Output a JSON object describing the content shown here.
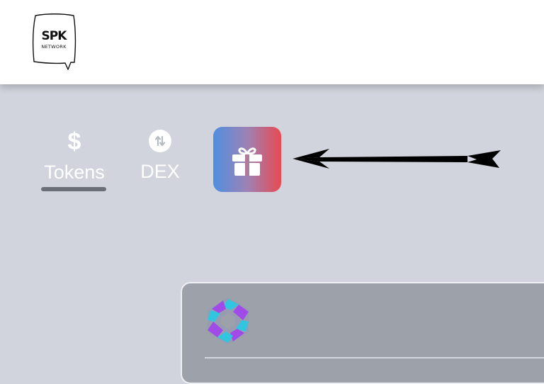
{
  "header": {
    "logo": {
      "main": "SPK",
      "sub": "NETWORK"
    }
  },
  "tabs": [
    {
      "label": "Tokens",
      "icon": "dollar-icon",
      "active": true
    },
    {
      "label": "DEX",
      "icon": "swap-arrows-icon",
      "active": false
    }
  ],
  "gift_button": {
    "icon": "gift-icon",
    "gradient": [
      "#4f8fe0",
      "#e84a52"
    ]
  },
  "annotation": {
    "icon": "arrow-left-icon"
  },
  "card": {
    "icon": "hexagon-logo-icon"
  },
  "colors": {
    "background": "#d1d4dc",
    "header": "#ffffff",
    "card": "#9ca1aa",
    "tab_text": "#ffffff",
    "active_underline": "#6a6f78"
  }
}
